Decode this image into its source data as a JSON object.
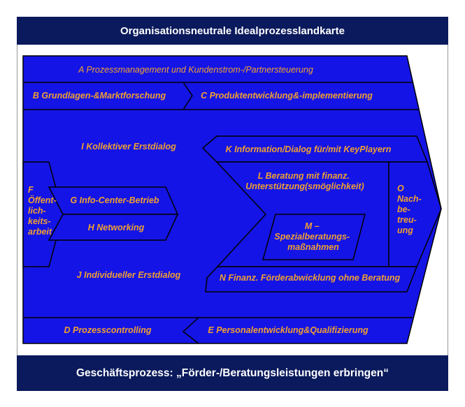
{
  "header": {
    "title": "Organisationsneutrale Idealprozesslandkarte"
  },
  "footer": {
    "title": "Geschäftsprozess: „Förder-/Beratungsleistungen erbringen“"
  },
  "colors": {
    "banner": "#0a1a5c",
    "fill": "#1414e6",
    "stroke": "#000000",
    "label": "#f0a030"
  },
  "blocks": {
    "a": "A Prozessmanagement und Kundenstrom-/Partnersteuerung",
    "b": "B Grundlagen-&Marktforschung",
    "c": "C Produktentwicklung&-implementierung",
    "i": "I Kollektiver Erstdialog",
    "k": "K Information/Dialog für/mit  KeyPlayern",
    "f": [
      "F",
      "Öffent-",
      "lich-",
      "keits-",
      "arbeit"
    ],
    "g": "G Info-Center-Betrieb",
    "h": "H Networking",
    "l": [
      "L Beratung mit finanz.",
      "Unterstützung(smöglichkeit)"
    ],
    "m": [
      "M –",
      "Spezialberatungs-",
      "maßnahmen"
    ],
    "o": [
      "O",
      "Nach-",
      "be-",
      "treu-",
      "ung"
    ],
    "j": "J Individueller Erstdialog",
    "n": "N Finanz. Förderabwicklung ohne Beratung",
    "d": "D Prozesscontrolling",
    "e": "E Personalentwicklung&Qualifizierung"
  }
}
